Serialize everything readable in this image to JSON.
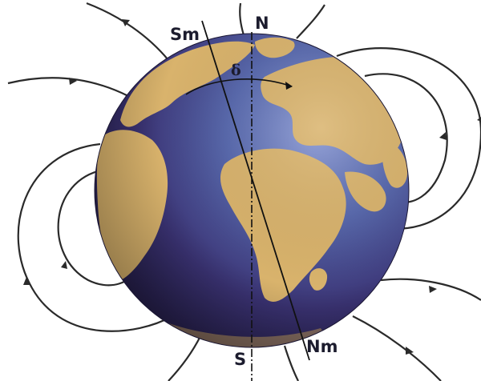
{
  "labels": {
    "geo_north": "N",
    "geo_south": "S",
    "mag_south": "Sm",
    "mag_north": "Nm",
    "declination": "δ"
  },
  "colors": {
    "land": "#d9b36c",
    "ocean_dark": "#2c2352",
    "ocean_light": "#5b6bb0",
    "field_line": "#2a2a2a",
    "label": "#1c1c2e"
  }
}
